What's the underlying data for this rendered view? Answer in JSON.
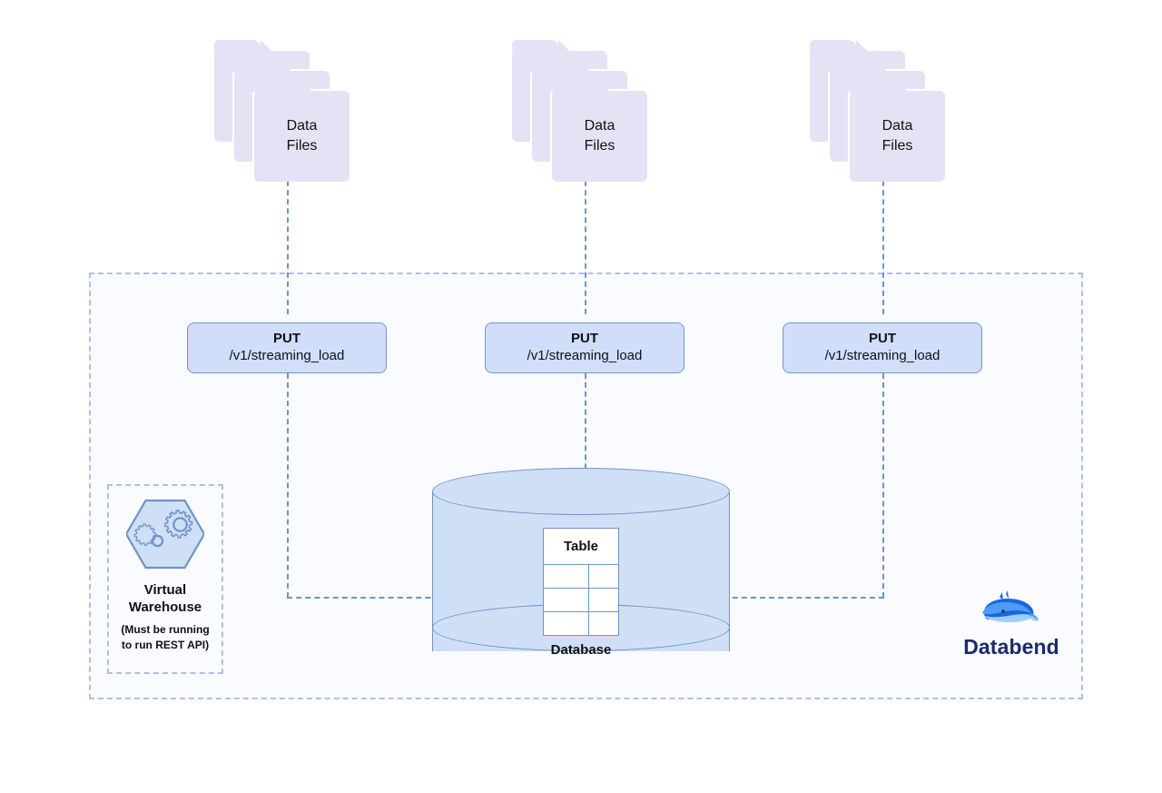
{
  "diagram": {
    "title": "Databend streaming load architecture",
    "colors": {
      "folder_fill": "#e4e2f4",
      "put_fill": "#d0defa",
      "put_stroke": "#7196cc",
      "cylinder_fill": "#cfdff6",
      "cylinder_stroke": "#6f93c8",
      "dashed_line": "#6f93c8",
      "region_border": "#aebfe2",
      "region_fill": "#f9fbfe",
      "logo_text": "#1b2a6b",
      "whale_blue": "#1a73e8"
    }
  },
  "sources": [
    {
      "label_line1": "Data",
      "label_line2": "Files"
    },
    {
      "label_line1": "Data",
      "label_line2": "Files"
    },
    {
      "label_line1": "Data",
      "label_line2": "Files"
    }
  ],
  "endpoints": [
    {
      "method": "PUT",
      "path": "/v1/streaming_load"
    },
    {
      "method": "PUT",
      "path": "/v1/streaming_load"
    },
    {
      "method": "PUT",
      "path": "/v1/streaming_load"
    }
  ],
  "virtual_warehouse": {
    "icon": "gears-hexagon-icon",
    "title_line1": "Virtual",
    "title_line2": "Warehouse",
    "note_line1": "(Must be running",
    "note_line2": "to run REST API)"
  },
  "database": {
    "table_header": "Table",
    "label": "Database",
    "rows": 3,
    "columns": 2
  },
  "brand": {
    "name": "Databend",
    "logo": "whale-icon"
  }
}
